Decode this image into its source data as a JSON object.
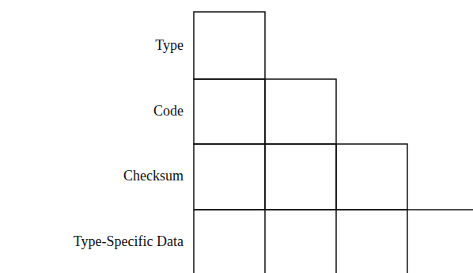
{
  "diagram": {
    "labels": [
      "Type",
      "Code",
      "Checksum",
      "Type-Specific Data"
    ]
  }
}
